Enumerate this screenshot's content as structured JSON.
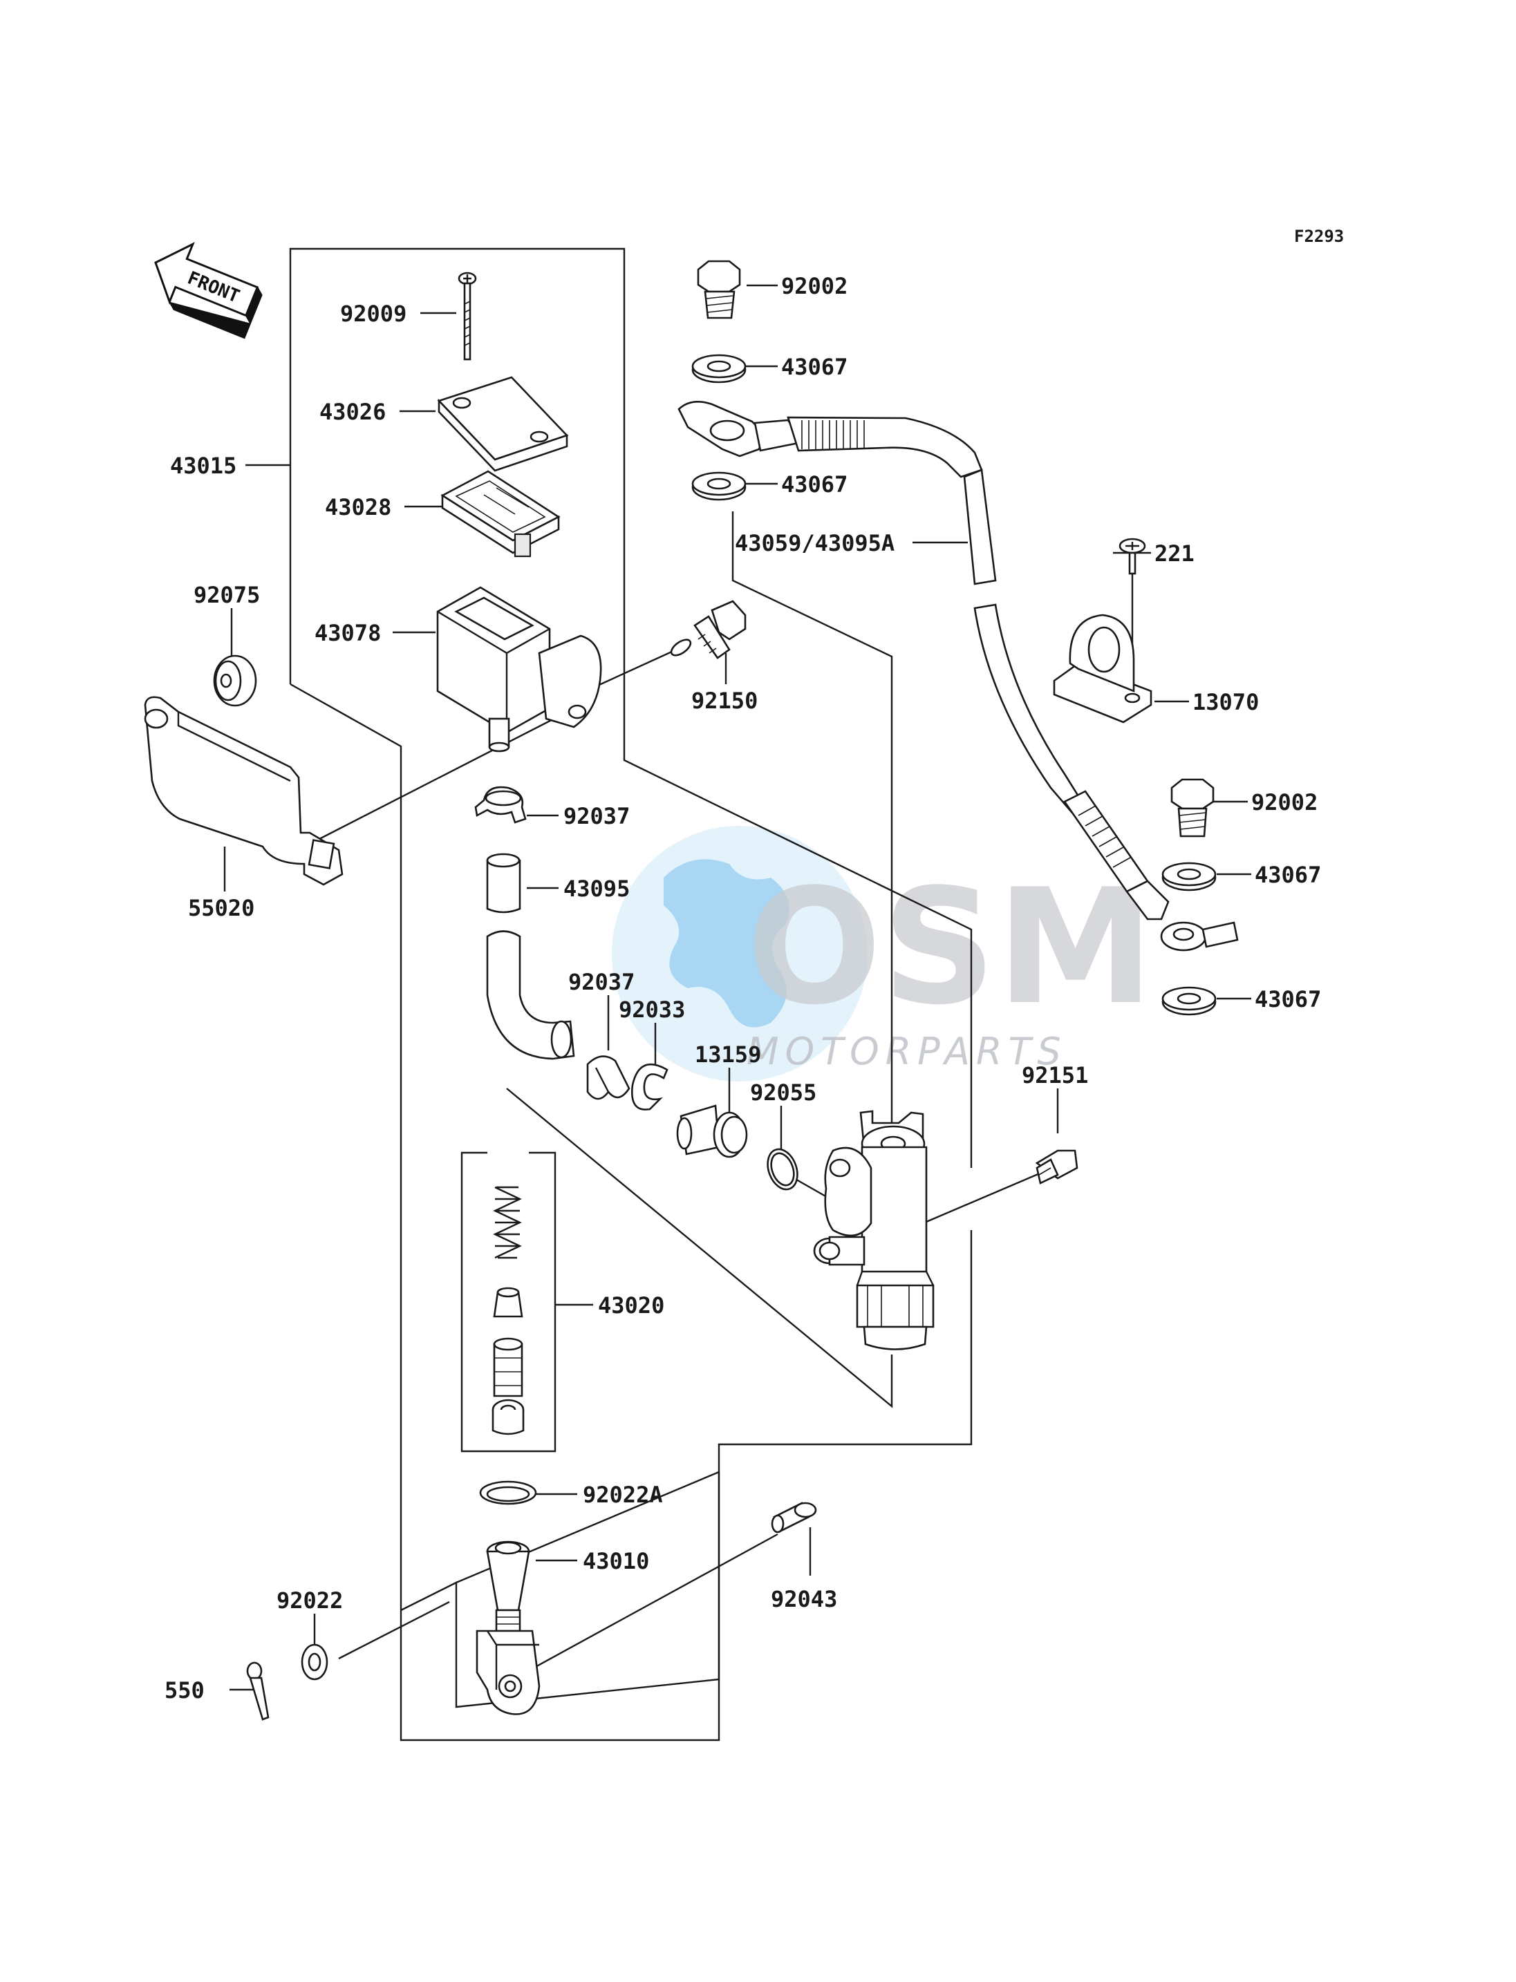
{
  "figure_code": "F2293",
  "direction_label": "FRONT",
  "watermark": {
    "brand": "OSM",
    "sub": "MOTORPARTS",
    "globe_color": "#7ec3ee"
  },
  "labels": {
    "p92009": "92009",
    "p43026": "43026",
    "p43015": "43015",
    "p43028": "43028",
    "p92075": "92075",
    "p43078": "43078",
    "p55020": "55020",
    "p92002_top": "92002",
    "p43067_a": "43067",
    "p43067_b": "43067",
    "p43059": "43059/43095A",
    "p221": "221",
    "p13070": "13070",
    "p92150": "92150",
    "p92037_a": "92037",
    "p43095": "43095",
    "p92037_b": "92037",
    "p92033": "92033",
    "p13159": "13159",
    "p92055": "92055",
    "p92002_bot": "92002",
    "p43067_c": "43067",
    "p43067_d": "43067",
    "p92151": "92151",
    "p43020": "43020",
    "p92022A": "92022A",
    "p43010": "43010",
    "p92043": "92043",
    "p92022": "92022",
    "p550": "550"
  }
}
